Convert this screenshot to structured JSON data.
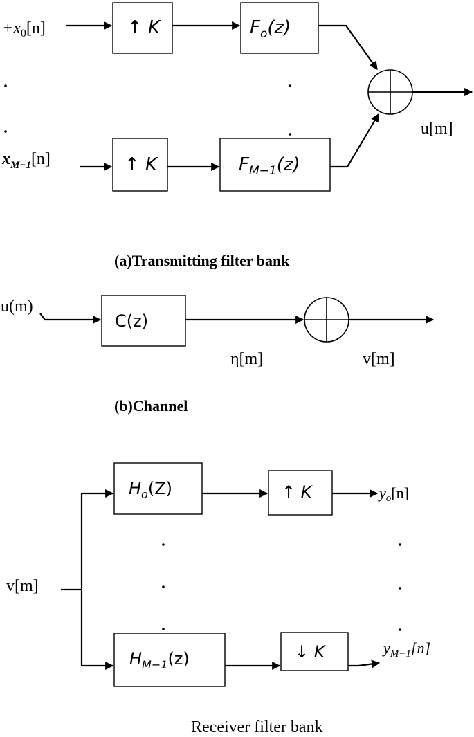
{
  "transmitter": {
    "inputs": [
      "+x",
      "0",
      "[n]",
      "x",
      "M−1",
      "[n]"
    ],
    "upsample_label": "↑ K",
    "filters": [
      "F",
      "o",
      "(z)",
      "F",
      "M−1",
      "(z)"
    ],
    "output": "u[m]",
    "caption": "(a)Transmitting filter bank"
  },
  "channel": {
    "input": "u(m)",
    "filter": "C(z)",
    "noise": "η[m]",
    "output": "v[m]",
    "caption": "(b)Channel"
  },
  "receiver": {
    "input": "v[m]",
    "filters": [
      "H",
      "o",
      "(Z)",
      "H",
      "M−1",
      "(z)"
    ],
    "sample_up": "↑ K",
    "sample_down": "↓ K",
    "outputs": [
      "y",
      "o",
      "[n]",
      "y",
      "M−1",
      "[n]"
    ],
    "caption": "Receiver filter bank"
  }
}
